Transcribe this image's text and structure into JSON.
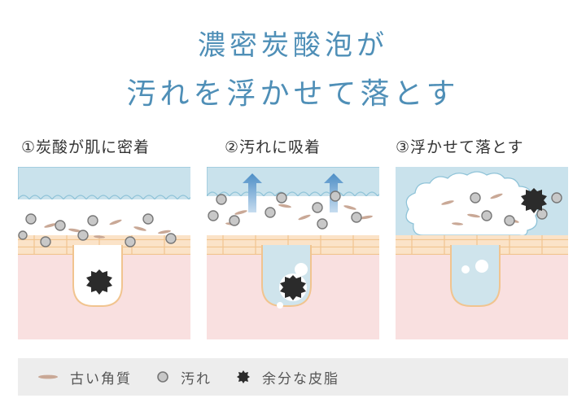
{
  "title": {
    "line1": "濃密炭酸泡が",
    "line2": "汚れを浮かせて落とす"
  },
  "steps": [
    {
      "label": "①炭酸が肌に密着"
    },
    {
      "label": "②汚れに吸着"
    },
    {
      "label": "③浮かせて落とす"
    }
  ],
  "legend": {
    "items": [
      {
        "label": "古い角質",
        "icon": "old-keratin-icon"
      },
      {
        "label": "汚れ",
        "icon": "dirt-particle-icon"
      },
      {
        "label": "余分な皮脂",
        "icon": "excess-sebum-icon"
      }
    ]
  },
  "colors": {
    "title": "#4f8fb7",
    "bubble": "#c9e2ec",
    "skin_surface": "#fbe3c8",
    "skin_line": "#f1c48f",
    "dermis": "#f9e0e0",
    "pore_bubble": "#cfe4ec",
    "keratin": "#c9a896",
    "sebum": "#2b2b2b",
    "arrow": "#5d97c9",
    "legend_bg": "#ededed"
  }
}
